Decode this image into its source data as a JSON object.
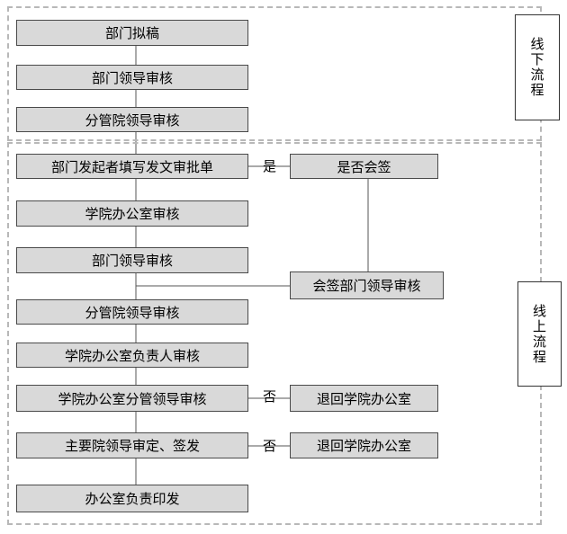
{
  "offline": {
    "label": "线下流程",
    "steps": [
      "部门拟稿",
      "部门领导审核",
      "分管院领导审核"
    ]
  },
  "online": {
    "label": "线上流程",
    "steps": [
      "部门发起者填写发文审批单",
      "学院办公室审核",
      "部门领导审核",
      "分管院领导审核",
      "学院办公室负责人审核",
      "学院办公室分管领导审核",
      "主要院领导审定、签发",
      "办公室负责印发"
    ],
    "branches": {
      "countersign_question": "是否会签",
      "countersign_review": "会签部门领导审核",
      "return_1": "退回学院办公室",
      "return_2": "退回学院办公室"
    },
    "labels": {
      "yes": "是",
      "no_1": "否",
      "no_2": "否"
    }
  }
}
